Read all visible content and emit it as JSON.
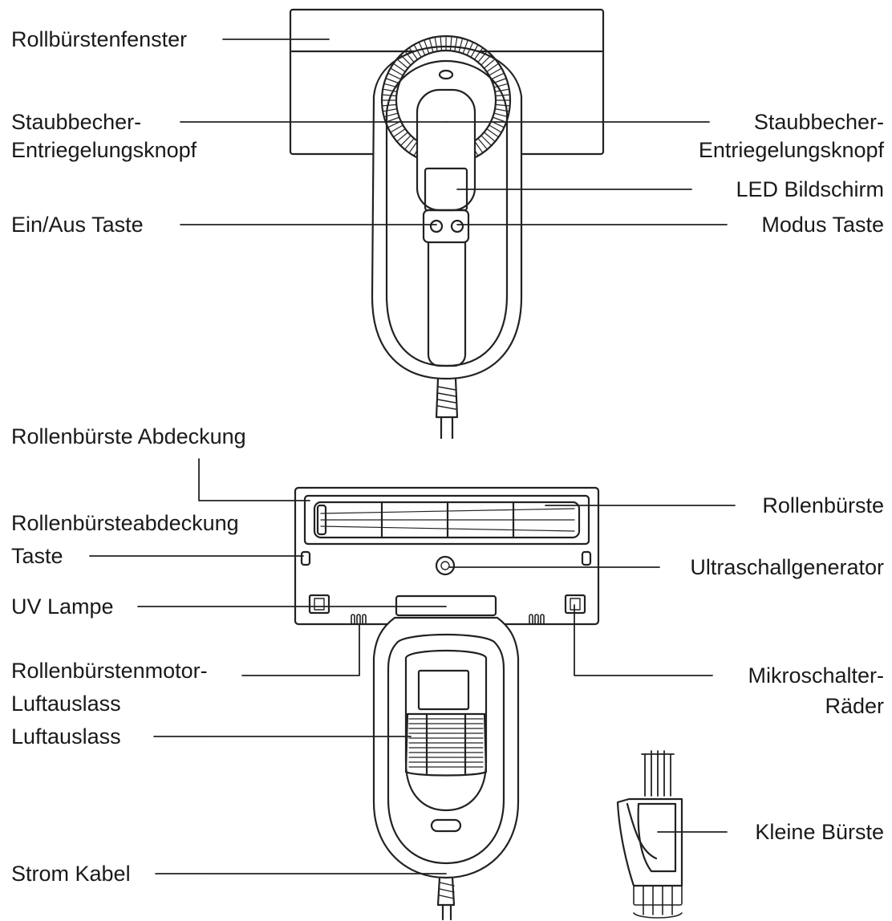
{
  "labels": {
    "rollbuerstenfenster": "Rollbürstenfenster",
    "staubbecher_left_1": "Staubbecher-",
    "staubbecher_left_2": "Entriegelungsknopf",
    "staubbecher_right_1": "Staubbecher-",
    "staubbecher_right_2": "Entriegelungsknopf",
    "led_bildschirm": "LED Bildschirm",
    "ein_aus_taste": "Ein/Aus Taste",
    "modus_taste": "Modus Taste",
    "rollenbuerste_abdeckung": "Rollenbürste Abdeckung",
    "rollenbuerste": "Rollenbürste",
    "rollenbuersteabdeckung_1": "Rollenbürsteabdeckung",
    "rollenbuersteabdeckung_2": "Taste",
    "ultraschallgenerator": "Ultraschallgenerator",
    "uv_lampe": "UV Lampe",
    "motor_luftauslass_1": "Rollenbürstenmotor-",
    "motor_luftauslass_2": "Luftauslass",
    "mikroschalter_1": "Mikroschalter-",
    "mikroschalter_2": "Räder",
    "luftauslass": "Luftauslass",
    "kleine_buerste": "Kleine Bürste",
    "strom_kabel": "Strom Kabel"
  },
  "colors": {
    "line": "#222222",
    "text": "#1a1a1a",
    "fill": "#ffffff"
  }
}
